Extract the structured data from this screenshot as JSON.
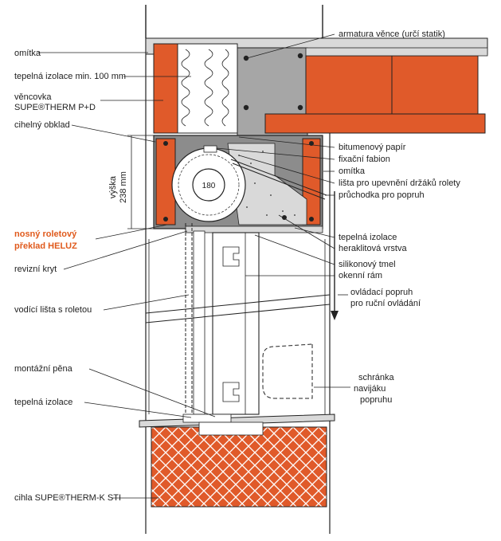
{
  "colors": {
    "brick": "#e05a2a",
    "brick_dark": "#c9461c",
    "grey": "#a6a6a6",
    "grey_light": "#d9d9d9",
    "concrete_dark": "#8c8c8c",
    "outline": "#222222",
    "label": "#222222",
    "label_highlight": "#e05a1c"
  },
  "labels_left": {
    "omitka": "omítka",
    "tepelna_izolace_100": "tepelná izolace min. 100 mm",
    "vencovka_line1": "věncovka",
    "vencovka_line2": "SUPE®THERM P+D",
    "cihelny_obklad": "cihelný obklad",
    "vyska_line1": "výška",
    "vyska_line2": "238 mm",
    "nosny_line1": "nosný roletový",
    "nosny_line2": "překlad HELUZ",
    "revizni_kryt": "revizní kryt",
    "vodici_lista": "vodící lišta s roletou",
    "montazni_pena": "montážní pěna",
    "tepelna_izolace_bottom": "tepelná izolace",
    "cihla": "cihla SUPE®THERM-K STI"
  },
  "labels_right": {
    "armatura": "armatura věnce (určí statik)",
    "bitumen": "bitumenový papír",
    "fixacni": "fixační fabion",
    "omitka": "omítka",
    "lista": "lišta pro upevnění držáků rolety",
    "pruchodka": "průchodka pro popruh",
    "tepelna_izolace": "tepelná izolace",
    "heraklit": "heraklitová vrstva",
    "silikon": "silikonový tmel",
    "okenni_ram": "okenní rám",
    "ovladaci_line1": "ovládací popruh",
    "ovladaci_line2": "pro ruční ovládání",
    "schranka_line1": "schránka",
    "schranka_line2": "navijáku",
    "schranka_line3": "popruhu"
  },
  "drum_label": "180"
}
